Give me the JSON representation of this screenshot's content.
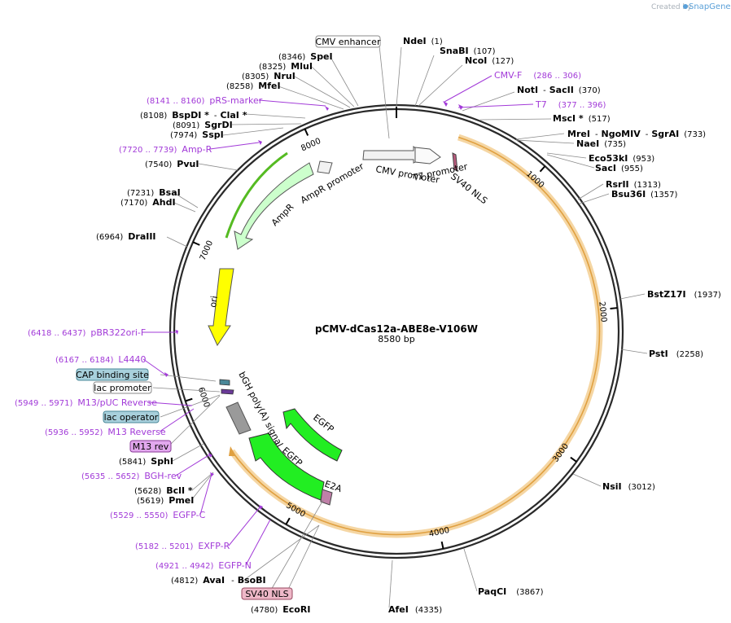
{
  "watermark": {
    "prefix": "Created by",
    "brand": "SnapGene"
  },
  "plasmid": {
    "name": "pCMV-dCas12a-ABE8e-V106W",
    "length_label": "8580 bp",
    "length": 8580
  },
  "ticks": [
    {
      "label": "1000",
      "bp": 1000
    },
    {
      "label": "2000",
      "bp": 2000
    },
    {
      "label": "3000",
      "bp": 3000
    },
    {
      "label": "4000",
      "bp": 4000
    },
    {
      "label": "5000",
      "bp": 5000
    },
    {
      "label": "6000",
      "bp": 6000
    },
    {
      "label": "7000",
      "bp": 7000
    },
    {
      "label": "8000",
      "bp": 8000
    }
  ],
  "sites": [
    {
      "name": "NdeI",
      "pos": "(1)"
    },
    {
      "name": "SnaBI",
      "pos": "(107)"
    },
    {
      "name": "NcoI",
      "pos": "(127)"
    },
    {
      "name": "NotI",
      "name2": "SacII",
      "pos": "(370)"
    },
    {
      "name": "MscI *",
      "pos": "(517)"
    },
    {
      "name": "MreI",
      "name2": "NgoMIV",
      "name3": "SgrAI",
      "pos": "(733)"
    },
    {
      "name": "NaeI",
      "pos": "(735)"
    },
    {
      "name": "Eco53kI",
      "pos": "(953)"
    },
    {
      "name": "SacI",
      "pos": "(955)"
    },
    {
      "name": "RsrII",
      "pos": "(1313)"
    },
    {
      "name": "Bsu36I",
      "pos": "(1357)"
    },
    {
      "name": "BstZ17I",
      "pos": "(1937)"
    },
    {
      "name": "PstI",
      "pos": "(2258)"
    },
    {
      "name": "NsiI",
      "pos": "(3012)"
    },
    {
      "name": "PaqCI",
      "pos": "(3867)"
    },
    {
      "name": "AfeI",
      "pos": "(4335)"
    },
    {
      "name": "EcoRI",
      "pos": "(4780)"
    },
    {
      "name": "AvaI",
      "name2": "BsoBI",
      "pos": "(4812)"
    },
    {
      "name": "PmeI",
      "pos": "(5619)"
    },
    {
      "name": "BclI *",
      "pos": "(5628)"
    },
    {
      "name": "SphI",
      "pos": "(5841)"
    },
    {
      "name": "DraIII",
      "pos": "(6964)"
    },
    {
      "name": "AhdI",
      "pos": "(7170)"
    },
    {
      "name": "BsaI",
      "pos": "(7231)"
    },
    {
      "name": "PvuI",
      "pos": "(7540)"
    },
    {
      "name": "SspI",
      "pos": "(7974)"
    },
    {
      "name": "SgrDI",
      "pos": "(8091)"
    },
    {
      "name": "BspDI *",
      "name2": "ClaI *",
      "pos": "(8108)"
    },
    {
      "name": "MfeI",
      "pos": "(8258)"
    },
    {
      "name": "NruI",
      "pos": "(8305)"
    },
    {
      "name": "MluI",
      "pos": "(8325)"
    },
    {
      "name": "SpeI",
      "pos": "(8346)"
    }
  ],
  "primers": [
    {
      "name": "CMV-F",
      "range": "(286 .. 306)"
    },
    {
      "name": "T7",
      "range": "(377 .. 396)"
    },
    {
      "name": "pRS-marker",
      "range": "(8141 .. 8160)"
    },
    {
      "name": "Amp-R",
      "range": "(7720 .. 7739)"
    },
    {
      "name": "pBR322ori-F",
      "range": "(6418 .. 6437)"
    },
    {
      "name": "L4440",
      "range": "(6167 .. 6184)"
    },
    {
      "name": "M13/pUC Reverse",
      "range": "(5949 .. 5971)"
    },
    {
      "name": "M13 Reverse",
      "range": "(5936 .. 5952)"
    },
    {
      "name": "BGH-rev",
      "range": "(5635 .. 5652)"
    },
    {
      "name": "EGFP-C",
      "range": "(5529 .. 5550)"
    },
    {
      "name": "EXFP-R",
      "range": "(5182 .. 5201)"
    },
    {
      "name": "EGFP-N",
      "range": "(4921 .. 4942)"
    }
  ],
  "boxed_features": [
    {
      "name": "CMV enhancer",
      "fill": "#ffffff",
      "stroke": "#888888"
    },
    {
      "name": "CAP binding site",
      "fill": "#a8d0dc",
      "stroke": "#4a8898"
    },
    {
      "name": "lac promoter",
      "fill": "#ffffff",
      "stroke": "#888888"
    },
    {
      "name": "lac operator",
      "fill": "#a8d0dc",
      "stroke": "#4a8898"
    },
    {
      "name": "M13 rev",
      "fill": "#e2a8ee",
      "stroke": "#8a3a98"
    },
    {
      "name": "SV40 NLS",
      "fill": "#eeb8c8",
      "stroke": "#984860"
    }
  ],
  "features": [
    {
      "name": "CMV promoter",
      "color": "#f2f2f2"
    },
    {
      "name": "T7 promoter",
      "color": "#f2f2f2"
    },
    {
      "name": "SV40 NLS",
      "color": "#b65a7c"
    },
    {
      "name": "AmpR promoter",
      "color": "#f2f2f2"
    },
    {
      "name": "AmpR",
      "color": "#ccffcc"
    },
    {
      "name": "ori",
      "color": "#ffff00"
    },
    {
      "name": "bGH poly(A) signal",
      "color": "#9a9a9a"
    },
    {
      "name": "EGFP",
      "color": "#22ee22"
    },
    {
      "name": "EGFP",
      "color": "#22ee22"
    },
    {
      "name": "E2A",
      "color": "#c080a8"
    }
  ],
  "colors": {
    "backbone": "#2a2a2a",
    "orf": "#f0b040",
    "primer": "#a23ad8"
  }
}
